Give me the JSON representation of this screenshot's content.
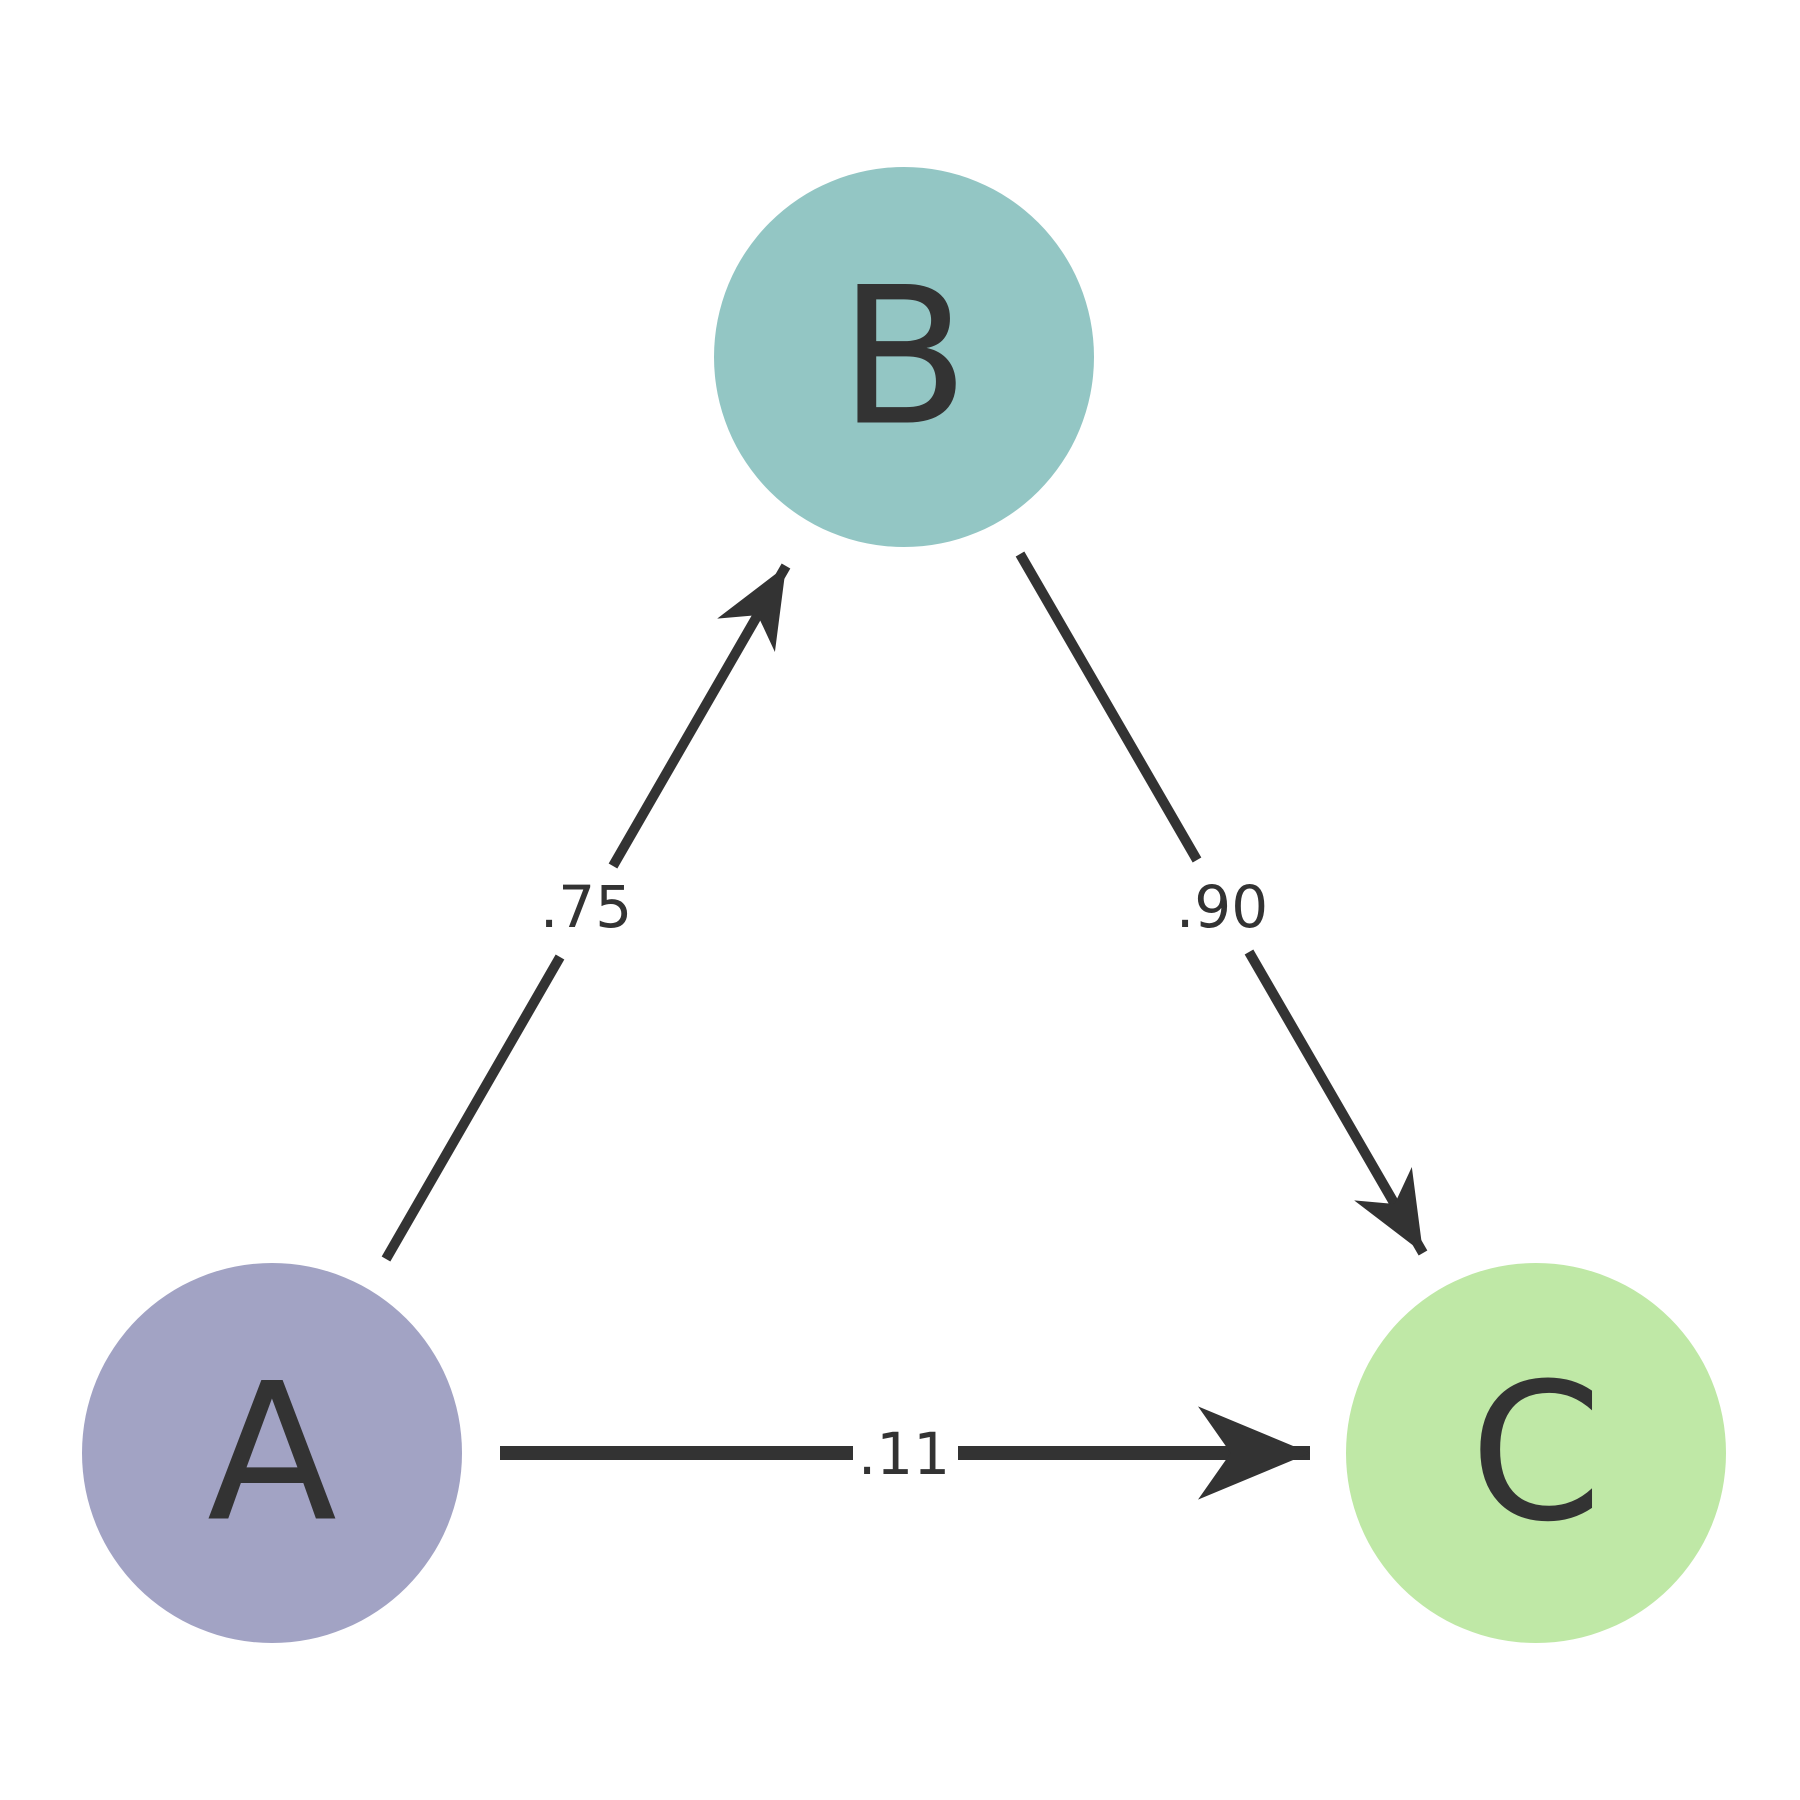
{
  "nodes": [
    {
      "id": "A",
      "label": "A",
      "color": "#a2a3c4"
    },
    {
      "id": "B",
      "label": "B",
      "color": "#93c6c4"
    },
    {
      "id": "C",
      "label": "C",
      "color": "#bfe8a6"
    }
  ],
  "edges": [
    {
      "from": "A",
      "to": "B",
      "label": ".75"
    },
    {
      "from": "B",
      "to": "C",
      "label": ".90"
    },
    {
      "from": "A",
      "to": "C",
      "label": ".11"
    }
  ],
  "edge_color": "#333333"
}
